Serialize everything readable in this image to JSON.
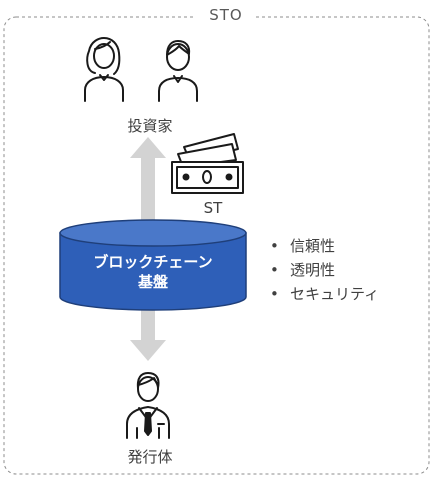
{
  "frame": {
    "title": "STO"
  },
  "investor": {
    "label": "投資家",
    "icon": "investors-icon"
  },
  "token": {
    "label": "ST",
    "icon": "banknote-icon"
  },
  "blockchain": {
    "line1": "ブロックチェーン",
    "line2": "基盤",
    "fill": "#2e5fb8",
    "stroke": "#1f3f7a"
  },
  "features": [
    {
      "text": "信頼性"
    },
    {
      "text": "透明性"
    },
    {
      "text": "セキュリティ"
    }
  ],
  "issuer": {
    "label": "発行体",
    "icon": "businessman-icon"
  },
  "colors": {
    "arrow": "#d3d3d3",
    "frame": "#7f7f7f",
    "icon": "#1a1a1a"
  }
}
